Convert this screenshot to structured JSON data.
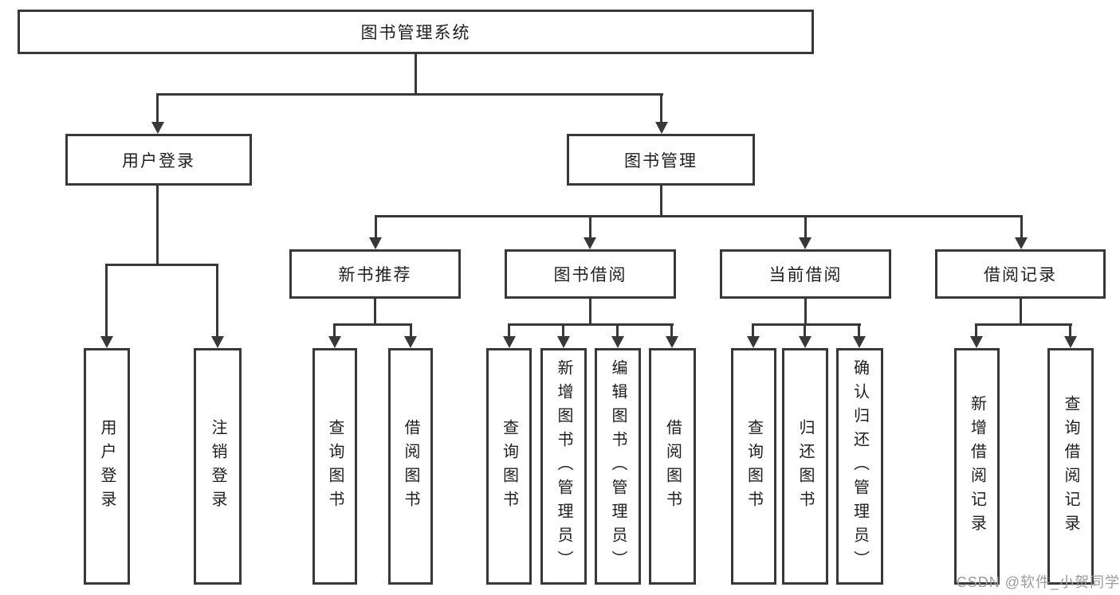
{
  "diagram_type": "hierarchy-tree",
  "colors": {
    "background": "#ffffff",
    "line": "#383838",
    "box_border": "#383838",
    "text": "#1f1f1f",
    "watermark": "#9b9b9b"
  },
  "tree": {
    "label": "图书管理系统",
    "children": [
      {
        "label": "用户登录",
        "children": [
          {
            "label": "用户登录"
          },
          {
            "label": "注销登录"
          }
        ]
      },
      {
        "label": "图书管理",
        "children": [
          {
            "label": "新书推荐",
            "children": [
              {
                "label": "查询图书"
              },
              {
                "label": "借阅图书"
              }
            ]
          },
          {
            "label": "图书借阅",
            "children": [
              {
                "label": "查询图书"
              },
              {
                "label": "新增图书（管理员）"
              },
              {
                "label": "编辑图书（管理员）"
              },
              {
                "label": "借阅图书"
              }
            ]
          },
          {
            "label": "当前借阅",
            "children": [
              {
                "label": "查询图书"
              },
              {
                "label": "归还图书"
              },
              {
                "label": "确认归还（管理员）"
              }
            ]
          },
          {
            "label": "借阅记录",
            "children": [
              {
                "label": "新增借阅记录"
              },
              {
                "label": "查询借阅记录"
              }
            ]
          }
        ]
      }
    ]
  },
  "watermark": {
    "text": "CSDN @软件_小贺同学"
  }
}
